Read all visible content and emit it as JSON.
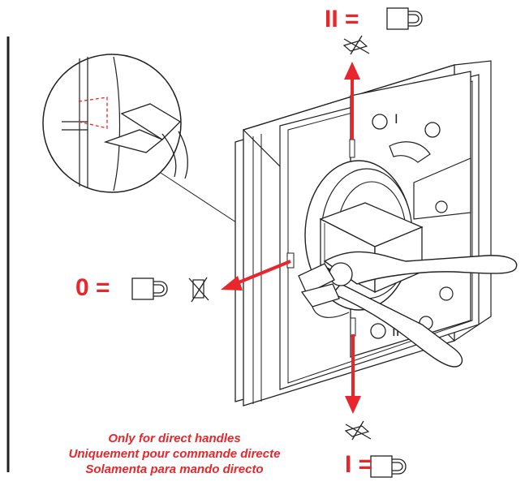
{
  "positions": {
    "top": {
      "label": "II =",
      "icon": "padlock-icon"
    },
    "left": {
      "label": "0 =",
      "icon": "padlock-icon"
    },
    "bottom": {
      "label": "I =",
      "icon": "padlock-icon"
    }
  },
  "note": {
    "en": "Only for direct handles",
    "fr": "Uniquement pour commande directe",
    "es": "Solamenta para mando directo"
  },
  "colors": {
    "accent": "#e8262b",
    "line": "#222222"
  }
}
